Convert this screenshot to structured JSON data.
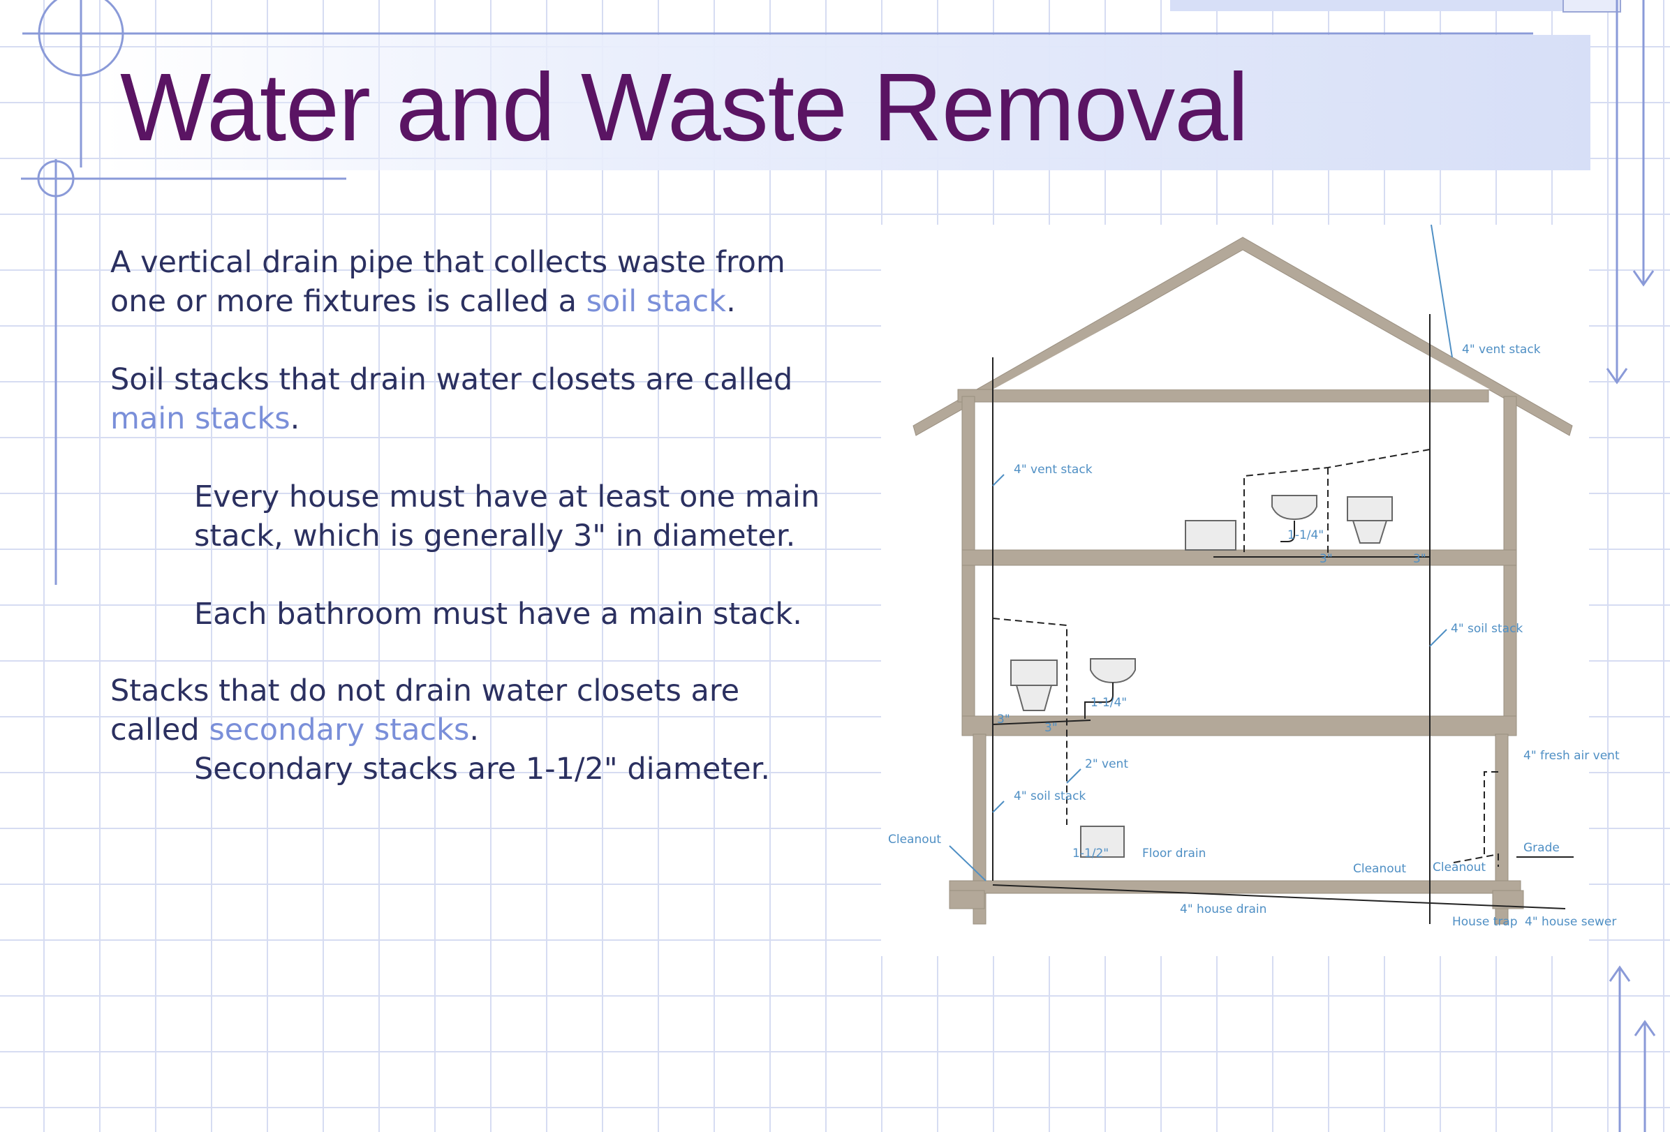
{
  "slide": {
    "title": "Water and Waste Removal",
    "paragraphs": {
      "p1_pre": "A vertical drain pipe that collects waste from one or more fixtures is called a ",
      "p1_term": "soil stack",
      "p1_post": ".",
      "p2_pre": "Soil stacks that drain water closets are called ",
      "p2_term": "main stacks",
      "p2_post": ".",
      "p3": "Every house must have at least one main stack, which is generally 3\" in diameter.",
      "p4": "Each bathroom must have a main stack.",
      "p5_pre": "Stacks that do not drain water closets are called ",
      "p5_term": "secondary stacks",
      "p5_post": ".",
      "p6": "Secondary stacks are 1-1/2\" diameter."
    },
    "colors": {
      "title": "#5a1463",
      "body_text": "#2b3060",
      "term": "#7a8fd9",
      "grid": "#d6dcf2",
      "diagram_labels": "#4f8fc4",
      "house_structure": "#b3a899"
    }
  },
  "diagram": {
    "labels": {
      "vent_stack_top": "4\" vent stack",
      "vent_stack_left": "4\" vent stack",
      "size_upper": "1-1/4\"",
      "soil_stack_right": "4\" soil stack",
      "size_middle": "1-1/4\"",
      "vent_2": "2\" vent",
      "soil_stack_left": "4\" soil stack",
      "fresh_air_vent": "4\" fresh air vent",
      "cleanout_left": "Cleanout",
      "size_floor": "1-1/2\"",
      "floor_drain": "Floor drain",
      "grade": "Grade",
      "cleanout_mid": "Cleanout",
      "cleanout_right": "Cleanout",
      "house_drain": "4\" house drain",
      "house_trap": "House trap",
      "house_sewer": "4\" house sewer",
      "size_3_a": "3\"",
      "size_3_b": "3\"",
      "size_3_c": "3\"",
      "size_3_d": "3\""
    }
  }
}
